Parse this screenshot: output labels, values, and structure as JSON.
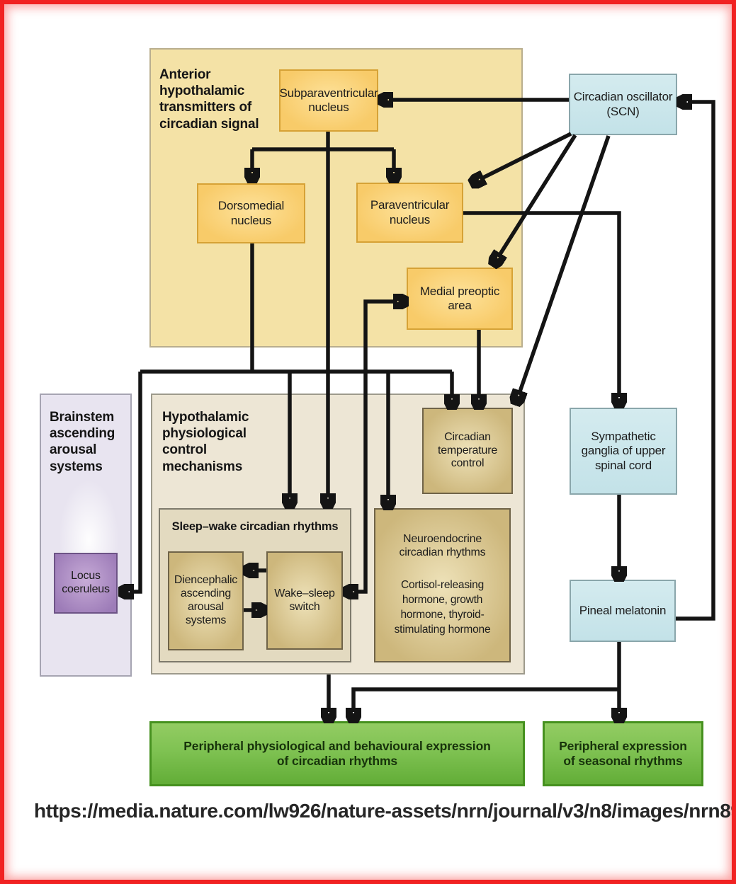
{
  "figure": {
    "caption_url": "https://media.nature.com/lw926/nature-assets/nrn/journal/v3/n8/images/nrn895-f6.gif",
    "panels": {
      "anterior": {
        "title": "Anterior hypothalamic transmitters of circadian signal"
      },
      "brainstem": {
        "title": "Brainstem ascending arousal systems"
      },
      "hypothalamic": {
        "title": "Hypothalamic physiological control mechanisms"
      },
      "sleep_wake": {
        "title": "Sleep–wake circadian rhythms"
      }
    },
    "nodes": {
      "subparaventricular": {
        "label": "Subparaventricular nucleus"
      },
      "dorsomedial": {
        "label": "Dorsomedial nucleus"
      },
      "paraventricular": {
        "label": "Paraventricular nucleus"
      },
      "medial_preoptic": {
        "label": "Medial preoptic area"
      },
      "scn": {
        "label": "Circadian oscillator (SCN)"
      },
      "locus_coeruleus": {
        "label": "Locus coeruleus"
      },
      "temperature": {
        "label": "Circadian temperature control"
      },
      "diencephalic": {
        "label": "Diencephalic ascending arousal systems"
      },
      "wake_sleep": {
        "label": "Wake–sleep switch"
      },
      "neuroendocrine": {
        "label": "Neuroendocrine circadian rhythms",
        "sublabel": "Cortisol-releasing hormone, growth hormone, thyroid-stimulating hormone"
      },
      "sympathetic": {
        "label": "Sympathetic ganglia of upper spinal cord"
      },
      "pineal": {
        "label": "Pineal melatonin"
      },
      "peripheral_circadian": {
        "label": "Peripheral physiological and behavioural expression of circadian rhythms"
      },
      "peripheral_seasonal": {
        "label": "Peripheral expression of seasonal rhythms"
      }
    },
    "colors": {
      "frame_red": "#f12222",
      "panel_yellow": "#f4e2a6",
      "node_yellow": "#f8cb69",
      "node_blue": "#c3e2e8",
      "node_tan": "#cdb77c",
      "node_purple": "#9d7cb8",
      "node_green": "#7fc252",
      "panel_lavender": "#e8e4f0",
      "panel_beige": "#ede6d5",
      "arrow_black": "#141414"
    }
  }
}
